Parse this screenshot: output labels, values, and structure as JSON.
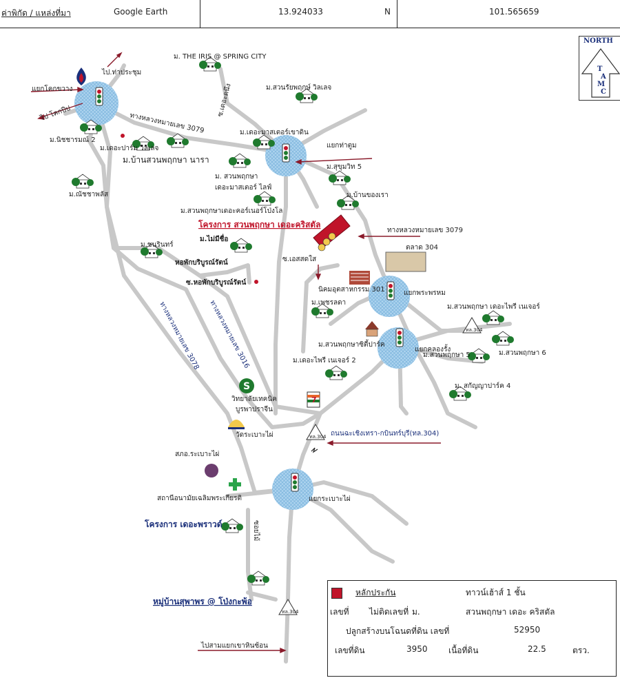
{
  "header": {
    "source_label": "ค่าพิกัด / แหล่งที่มา",
    "source_value": "Google Earth",
    "lat": "13.924033",
    "lat_dir": "N",
    "lon": "101.565659"
  },
  "north": {
    "label": "NORTH",
    "letters": [
      "T",
      "A",
      "M",
      "C"
    ]
  },
  "places": {
    "iris": "ม. THE IRIS @ SPRING CITY",
    "tha_prachum": "ไป.ท่าประชุม",
    "yaek_khok_khwang": "แยกโคกขวาง",
    "pai_khok_pip": "ไป โคกปีป",
    "suan_chai": "ม.สวนรัยพฤกษ์ วิลเลจ",
    "road_3079_a": "ทางหลวงหมายเลข 3079",
    "soi_doem": "ซ.เดอะดนึง",
    "nichanan2": "ม.นิชชารมณ์ 2",
    "the_palm": "ม.เดอะปาร์ม วิลเลจ",
    "master_khao_din": "ม.เดอะมาสเตอร์เขาดิน",
    "yaek_tha_tum": "แยกท่าตูม",
    "ban_suan": "ม.บ้านสวนพฤกษา นารา",
    "suan_pruksa_master": "ม. สวนพฤกษา",
    "master_life": "เดอะมาสเตอร์ ไลฟ์",
    "sukhumvit5": "ม.สุขุมวิท 5",
    "ban_khong_rao": "ม.บ้านของเรา",
    "nat_cha": "ม.ณัชชาพลัส",
    "corner": "ม.สวนพฤกษาเดอะคอร์เนอร์โป่งโล",
    "project": "โครงการ สวนพฤกษา เดอะคริสตัล",
    "road_3079_b": "ทางหลวงหมายเลข 3079",
    "talad": "ตลาด 304",
    "mai_mi": "ม.ไม่มีชื่อ",
    "khon_rin": "ม.ชนรินทร์",
    "dorm": "หอพักบริบูรณ์รัตน์",
    "soi_dorm": "ซ.หอพักบริบูรณ์รัตน์",
    "soi_esadsai": "ซ.เอสสดใส",
    "nikhom": "นิคมอุตสาหกรรม 301",
    "yaek_phra_phrom": "แยกพระพรหม",
    "phetch": "ม.เพชรลดา",
    "nature": "ม.สวนพฤกษา เดอะไพรี เนเจอร์",
    "city_park": "ม.สวนพฤกษาซิตี้ปาร์ค",
    "yaek_khlong": "แยกคลองรั้ง",
    "suan5": "ม.สวนพฤกษา 5",
    "suan6": "ม.สวนพฤกษา 6",
    "prairie2": "ม.เดอะไพรี เนเจอร์ 2",
    "sakunya": "ม. สกัญญาปาร์ค 4",
    "road_3078": "ทางหลวงหมายเลข 3078",
    "road_3016": "ทางหลวงหมายเลข 3016",
    "college1": "วิทยาลัยเทคนิค",
    "college2": "บูรพาปราจีน",
    "wat": "วัดระเบาะไผ่",
    "road_304": "ถนนฉะเชิงเทรา-กบินทร์บุรี(ทล.304)",
    "sor_or": "สภอ.ระเบาะไผ่",
    "yaek_rabo": "แยกระเบาะไผ่",
    "health": "สถานีอนามัยเฉลิมพระเกียรติ",
    "project2": "โครงการ เดอะพราวด์",
    "soi_mai": "ซอยไม้",
    "village": "หมู่บ้านสุพาพร @ โป่งกะพ้อ",
    "pai_lam": "ไปสามแยกเขาหินซ้อน",
    "tl304": "ทล.304",
    "seven": "7-ELEVEN"
  },
  "info": {
    "collateral_label": "หลักประกัน",
    "collateral_value": "ทาวน์เฮ้าส์ 1 ชั้น",
    "no_label": "เลขที่",
    "no_value": "ไม่ติดเลขที่",
    "m_label": "ม.",
    "m_value": "สวนพฤกษา เดอะ คริสตัล",
    "deed_label": "ปลูกสร้างบนโฉนดที่ดิน เลขที่",
    "deed_value": "52950",
    "land_no_label": "เลขที่ดิน",
    "land_no_value": "3950",
    "area_label": "เนื้อที่ดิน",
    "area_value": "22.5",
    "unit": "ตรว."
  },
  "colors": {
    "road": "#c8c8c8",
    "junction": "#aed4ef",
    "red": "#c0142a",
    "navy": "#1a2f7a",
    "tree": "#1f7a2e"
  }
}
